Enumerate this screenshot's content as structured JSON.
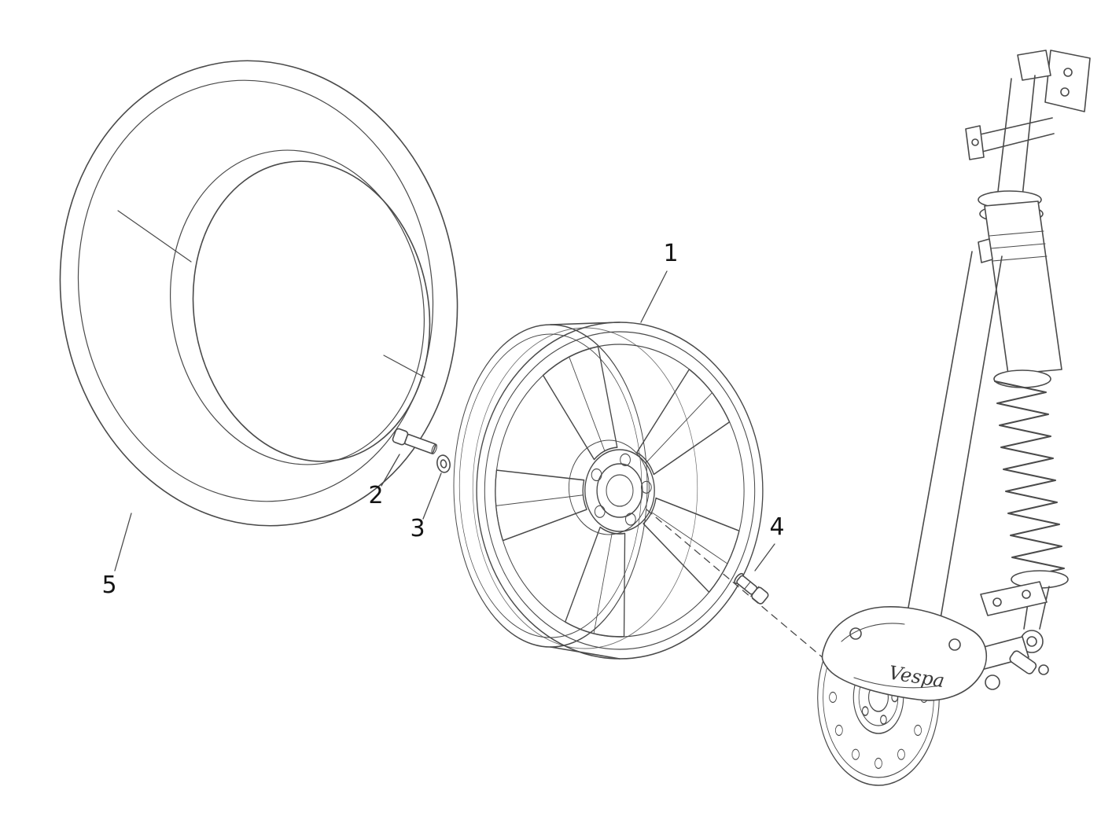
{
  "diagram": {
    "callouts": [
      {
        "label": "1"
      },
      {
        "label": "2"
      },
      {
        "label": "3"
      },
      {
        "label": "4"
      },
      {
        "label": "5"
      }
    ],
    "brand_script": "Vespa",
    "colors": {
      "line": "#4a4a4a",
      "label": "#141414",
      "background": "#ffffff"
    }
  }
}
